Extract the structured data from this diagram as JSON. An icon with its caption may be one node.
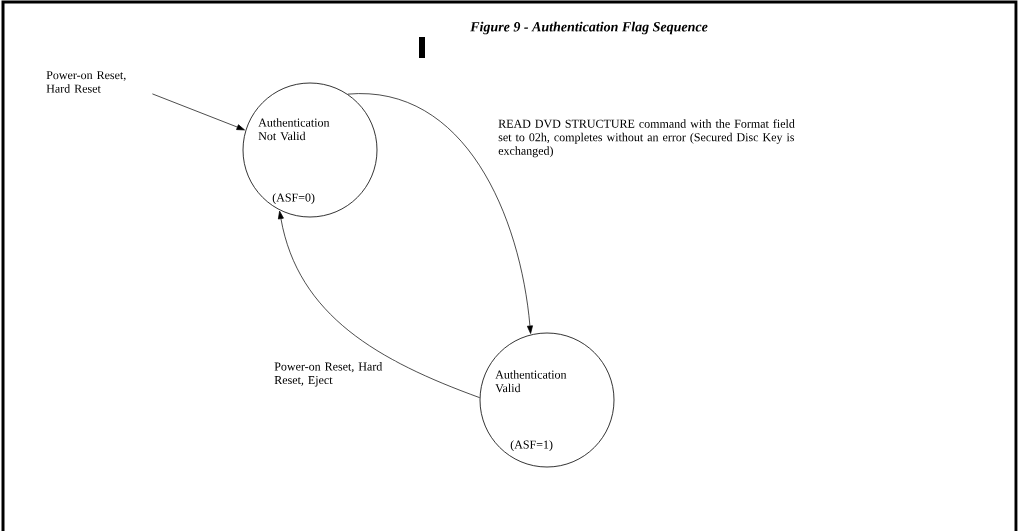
{
  "diagram": {
    "title": "Figure 9 - Authentication Flag Sequence",
    "nodes": [
      {
        "text": [
          "Authentication Not Valid",
          "(ASF=0)"
        ]
      },
      {
        "text": [
          "Authentication Valid",
          "(ASF=1)"
        ]
      },
      {
        "text": [
          "Power-on Reset, Hard Reset"
        ]
      }
    ],
    "edges": [
      {
        "from": 0,
        "to": 1,
        "arrow": "to",
        "label": "READ DVD STRUCTURE command with the Format field set to 02h, completes without an error (Secured Disc Key is exchanged)"
      },
      {
        "from": 1,
        "to": 0,
        "arrow": "to",
        "label": "Power-on Reset, Hard Reset, Eject"
      },
      {
        "from": 2,
        "to": 0,
        "arrow": "to"
      }
    ]
  }
}
